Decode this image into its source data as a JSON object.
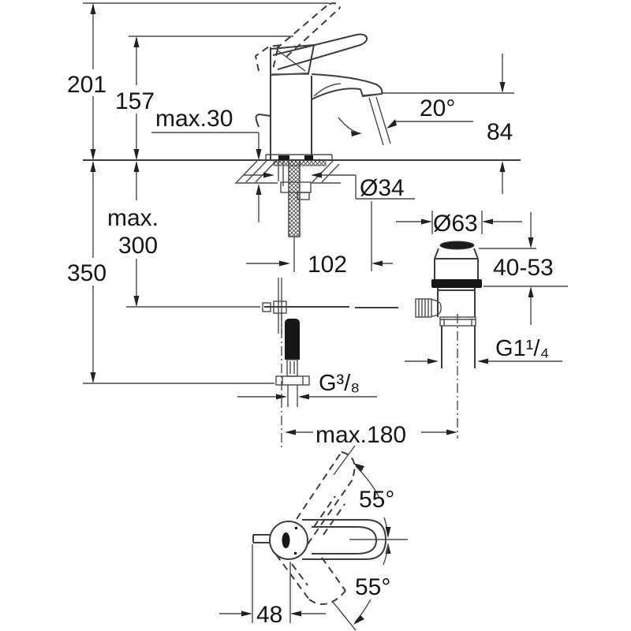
{
  "drawing": {
    "kind": "faucet-installation-dimensional-drawing",
    "colors": {
      "line": "#3d3d3d",
      "text": "#161616",
      "background": "#ffffff"
    },
    "dimensions": {
      "height_201": "201",
      "height_157": "157",
      "deck_thickness": "max.30",
      "spray_angle": "20°",
      "spout_height_84": "84",
      "hole_diameter": "Ø34",
      "hose_depth_line1": "max.",
      "hose_depth_line2": "300",
      "supply_depth_350": "350",
      "drain_flange_diameter": "Ø63",
      "spout_reach_102": "102",
      "clamp_range_40_53": "40-53",
      "drain_thread": "G1¹/₄",
      "supply_thread": "G³/₈",
      "drain_offset_max180": "max.180",
      "swivel_angle_upper": "55°",
      "swivel_angle_lower": "55°",
      "handle_offset_48": "48"
    }
  }
}
